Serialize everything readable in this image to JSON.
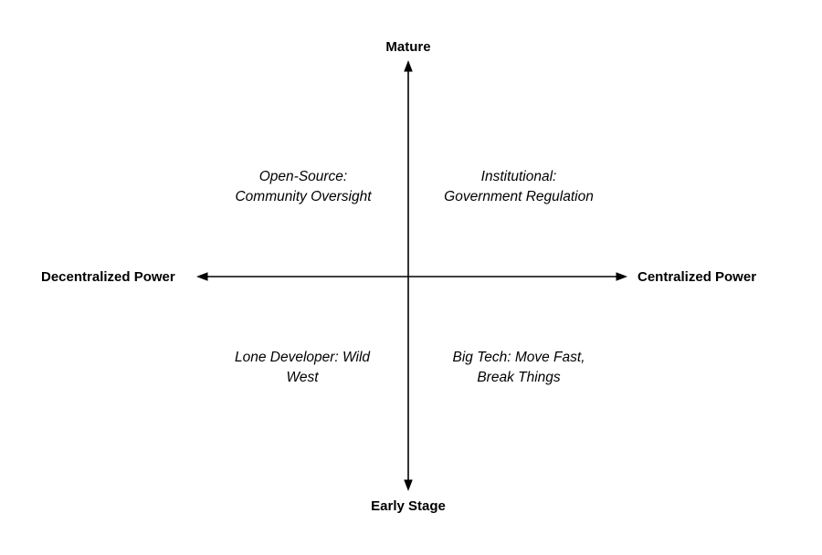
{
  "diagram": {
    "type": "quadrant-matrix",
    "background_color": "#ffffff",
    "line_color": "#000000",
    "text_color": "#000000",
    "axes": {
      "vertical": {
        "top": "Mature",
        "bottom": "Early Stage"
      },
      "horizontal": {
        "left": "Decentralized Power",
        "right": "Centralized Power"
      }
    },
    "quadrants": {
      "top_left": {
        "line1": "Open-Source:",
        "line2": "Community Oversight"
      },
      "top_right": {
        "line1": "Institutional:",
        "line2": "Government Regulation"
      },
      "bottom_left": {
        "line1": "Lone Developer: Wild",
        "line2": "West"
      },
      "bottom_right": {
        "line1": "Big Tech: Move Fast,",
        "line2": "Break Things"
      }
    }
  }
}
